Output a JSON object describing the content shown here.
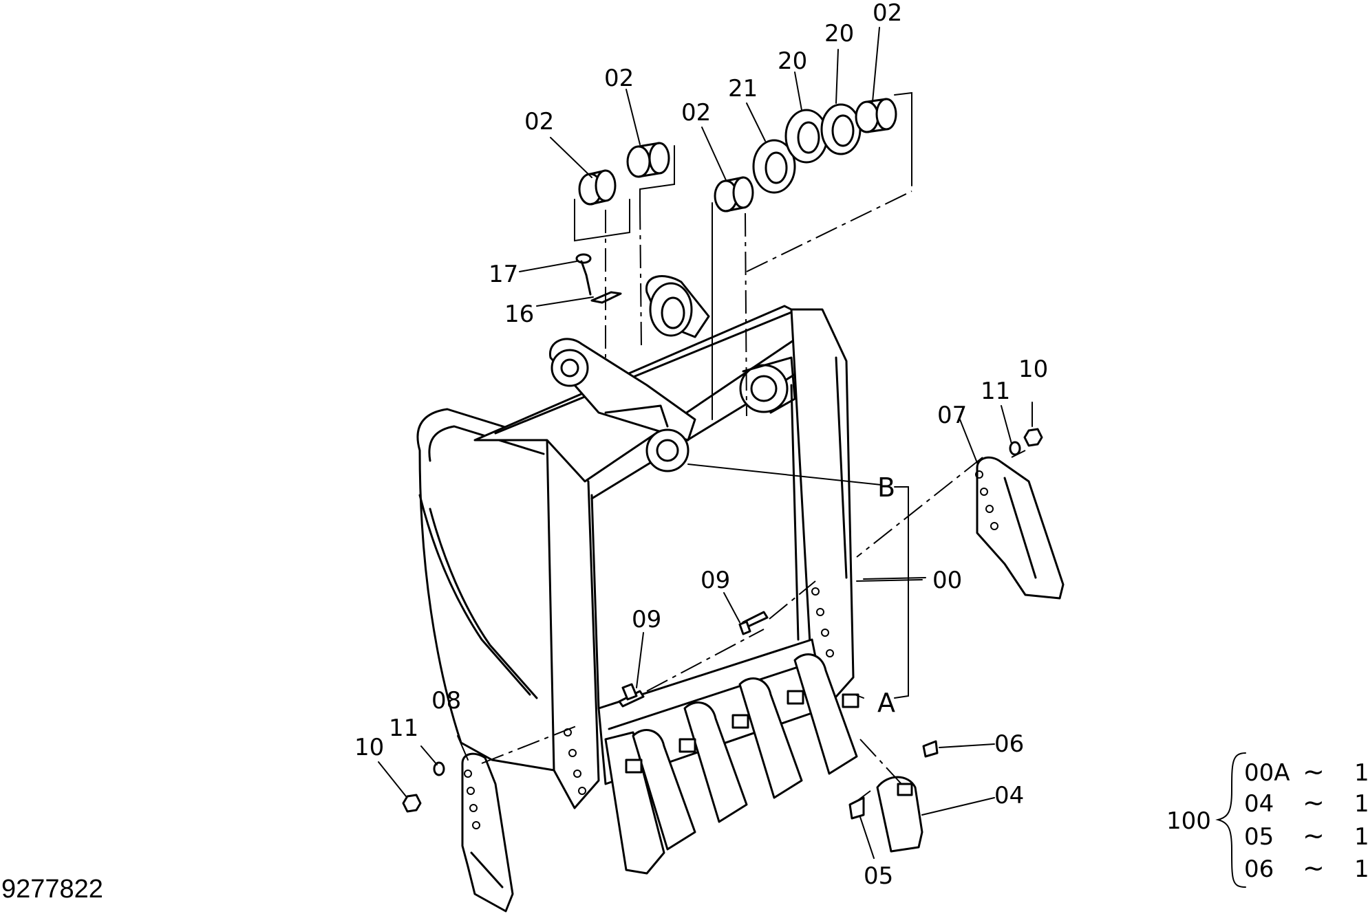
{
  "drawing_number": "9277822",
  "callouts": {
    "c02_a": "02",
    "c02_b": "02",
    "c02_c": "02",
    "c02_d": "02",
    "c21": "21",
    "c20_a": "20",
    "c20_b": "20",
    "c17": "17",
    "c16": "16",
    "c10_right": "10",
    "c11_right": "11",
    "c07": "07",
    "cB": "B",
    "c00": "00",
    "cA": "A",
    "c09_a": "09",
    "c09_b": "09",
    "c08": "08",
    "c11_left": "11",
    "c10_left": "10",
    "c06": "06",
    "c04": "04",
    "c05": "05"
  },
  "assembly_table": {
    "label": "100",
    "rows": [
      {
        "part": "00A",
        "sep": "~",
        "qty": "1"
      },
      {
        "part": "04",
        "sep": "~",
        "qty": "1"
      },
      {
        "part": "05",
        "sep": "~",
        "qty": "1"
      },
      {
        "part": "06",
        "sep": "~",
        "qty": "1"
      }
    ]
  }
}
